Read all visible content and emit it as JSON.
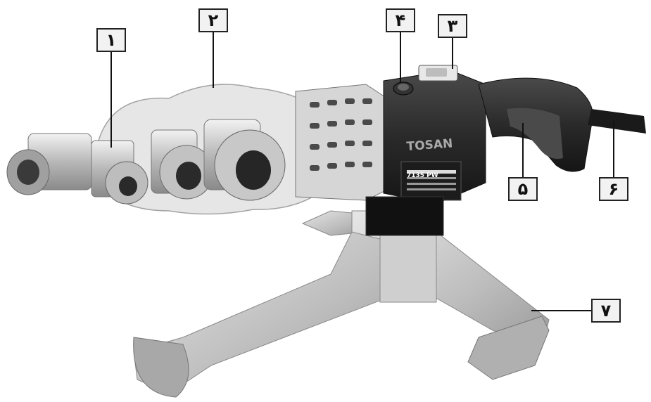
{
  "callouts": [
    {
      "id": "1",
      "text": "۱"
    },
    {
      "id": "2",
      "text": "۲"
    },
    {
      "id": "3",
      "text": "۳"
    },
    {
      "id": "4",
      "text": "۴"
    },
    {
      "id": "5",
      "text": "۵"
    },
    {
      "id": "6",
      "text": "۶"
    },
    {
      "id": "7",
      "text": "۷"
    }
  ],
  "device": {
    "brand": "TOSAN",
    "model": "7135 PW"
  },
  "colors": {
    "body": "#2a2a2a",
    "metal": "#c9c9c9",
    "plate": "#dcdcdc",
    "label_bg": "#f2f2f2"
  }
}
